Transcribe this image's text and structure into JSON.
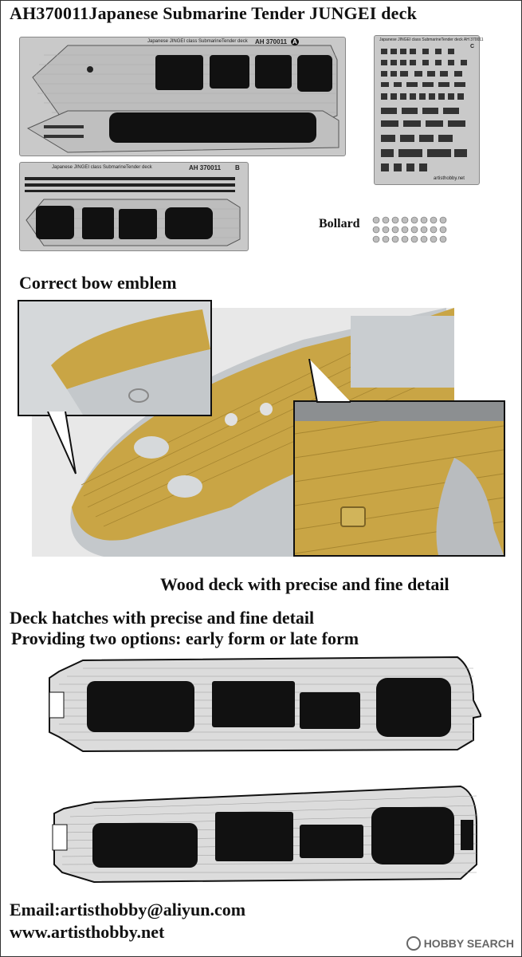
{
  "title": "AH370011Japanese Submarine Tender JUNGEI deck",
  "sheet_a": {
    "label": "Japanese JINGEI class SubmarineTender deck",
    "code": "AH 370011",
    "letter": "A"
  },
  "sheet_b": {
    "label": "Japanese JINGEI class SubmarineTender deck",
    "code": "AH 370011",
    "letter": "B"
  },
  "sheet_c": {
    "label": "Japanese JINGEI class SubmarineTender deck AH 370011",
    "letter": "C",
    "url": "artisthobby.net"
  },
  "bollard_label": "Bollard",
  "heading_bow": "Correct bow emblem",
  "heading_wood": "Wood deck with precise and fine detail",
  "heading_hatches_1": "Deck hatches with precise and fine detail",
  "heading_hatches_2": "Providing two options: early form or late form",
  "email": "Email:artisthobby@aliyun.com",
  "website": "www.artisthobby.net",
  "watermark": "HOBBY SEARCH",
  "colors": {
    "brass": "#c9a545",
    "grey_hull": "#c9cdd0",
    "fret": "#c9c9c9",
    "deck_line": "#9a9a9a"
  }
}
